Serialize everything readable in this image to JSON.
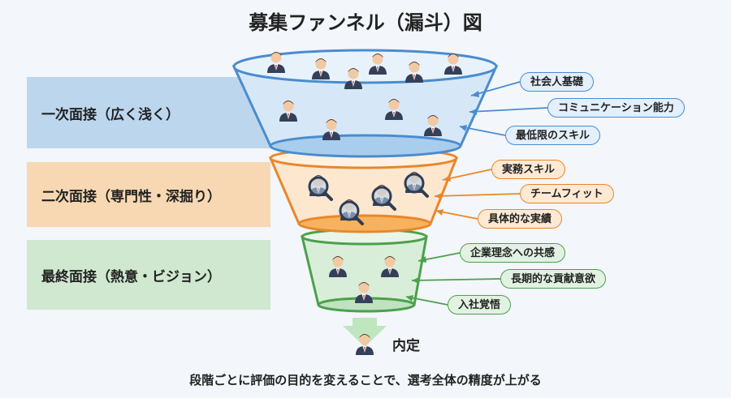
{
  "title": "募集ファンネル（漏斗）図",
  "stages": [
    {
      "label": "一次面接（広く浅く）",
      "color": "#4a8ccf",
      "criteria": [
        "社会人基礎",
        "コミュニケーション能力",
        "最低限のスキル"
      ]
    },
    {
      "label": "二次面接（専門性・深掘り）",
      "color": "#e8872b",
      "criteria": [
        "実務スキル",
        "チームフィット",
        "具体的な実績"
      ]
    },
    {
      "label": "最終面接（熱意・ビジョン）",
      "color": "#4ca04c",
      "criteria": [
        "企業理念への共感",
        "長期的な貢献意欲",
        "入社覚悟"
      ]
    }
  ],
  "result": "内定",
  "caption": "段階ごとに評価の目的を変えることで、選考全体の精度が上がる",
  "icons": {
    "stage1_people": "person-icon",
    "stage2_people": "magnifier-person-icon",
    "stage3_people": "person-icon",
    "result_person": "person-icon",
    "arrow": "down-arrow-icon"
  }
}
